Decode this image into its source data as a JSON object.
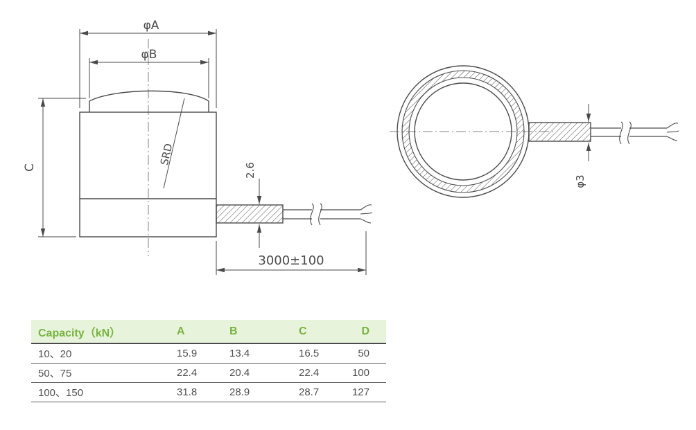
{
  "colors": {
    "accent_green": "#76b43e",
    "table_header_bg": "#e8f3dc",
    "line_color": "#4a4a4a"
  },
  "side_view": {
    "dim_outer_diameter": "φA",
    "dim_cap_diameter": "φB",
    "dim_height": "C",
    "surface_label": "SRD",
    "dim_cable_exit": "2.6",
    "dim_cable_length": "3000±100"
  },
  "top_view": {
    "dim_cable_diameter": "φ3"
  },
  "table": {
    "headers": [
      "Capacity（kN）",
      "A",
      "B",
      "C",
      "D"
    ],
    "rows": [
      [
        "10、20",
        "15.9",
        "13.4",
        "16.5",
        "50"
      ],
      [
        "50、75",
        "22.4",
        "20.4",
        "22.4",
        "100"
      ],
      [
        "100、150",
        "31.8",
        "28.9",
        "28.7",
        "127"
      ]
    ]
  }
}
